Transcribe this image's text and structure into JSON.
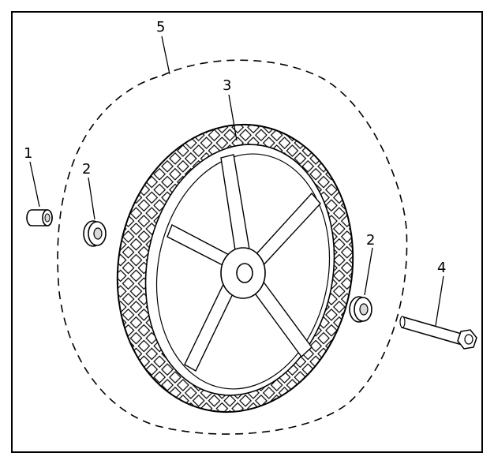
{
  "diagram": {
    "callouts": [
      {
        "id": "1",
        "label": "1",
        "part": "spacer"
      },
      {
        "id": "2a",
        "label": "2",
        "part": "bushing-left"
      },
      {
        "id": "2b",
        "label": "2",
        "part": "bushing-right"
      },
      {
        "id": "3",
        "label": "3",
        "part": "wheel"
      },
      {
        "id": "4",
        "label": "4",
        "part": "bolt"
      },
      {
        "id": "5",
        "label": "5",
        "part": "wheel-assembly"
      }
    ],
    "colors": {
      "line": "#000000",
      "fill": "#ffffff",
      "shade": "#d9d9d9"
    }
  }
}
